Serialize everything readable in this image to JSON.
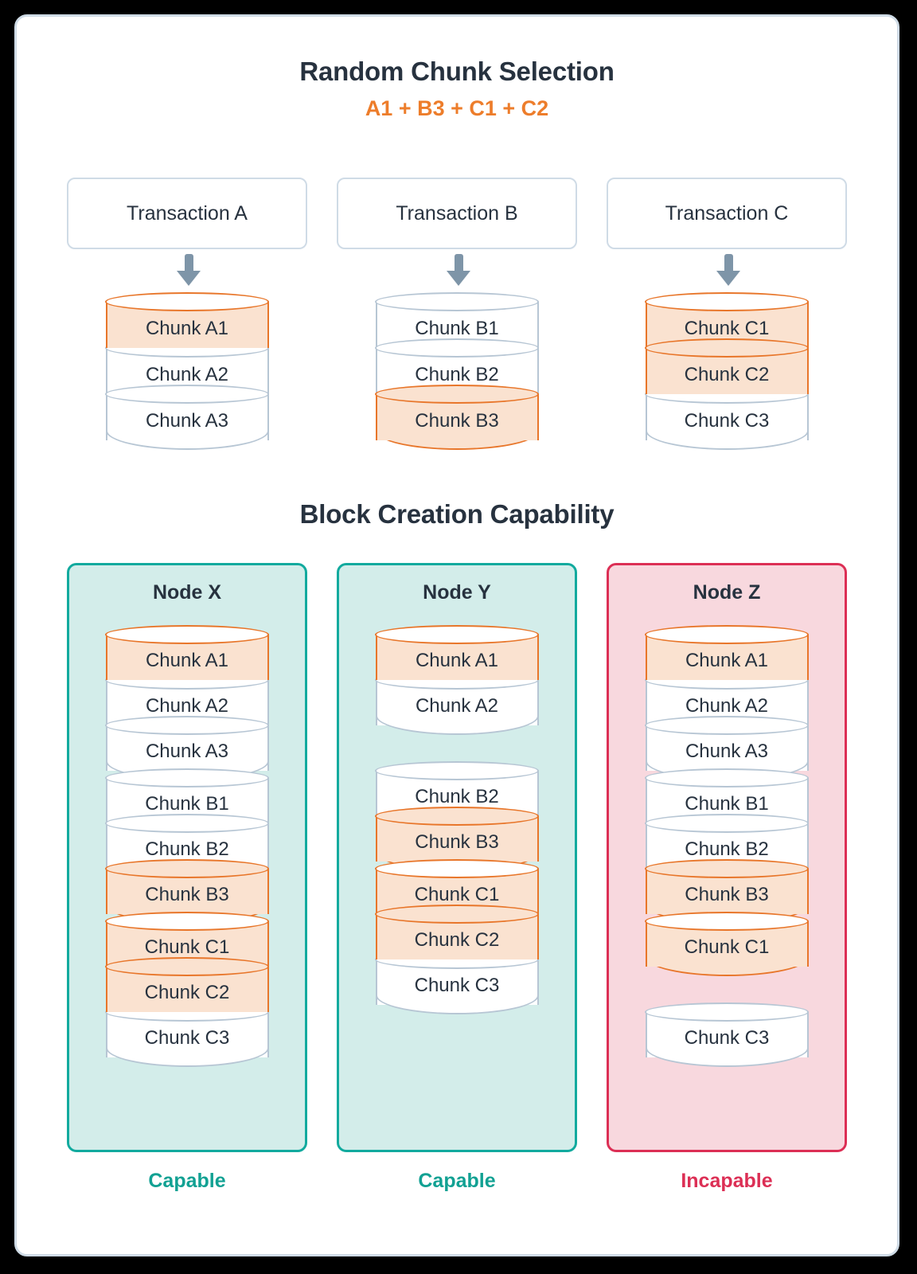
{
  "top": {
    "title": "Random Chunk Selection",
    "selection": "A1 + B3 + C1 + C2",
    "accent_color": "#ed7d2b",
    "transactions": [
      {
        "label": "Transaction A",
        "arrow_icon": "arrow-down-icon",
        "groups": [
          {
            "chunks": [
              {
                "label": "Chunk A1",
                "selected": true
              },
              {
                "label": "Chunk A2",
                "selected": false
              },
              {
                "label": "Chunk A3",
                "selected": false
              }
            ]
          }
        ]
      },
      {
        "label": "Transaction B",
        "arrow_icon": "arrow-down-icon",
        "groups": [
          {
            "chunks": [
              {
                "label": "Chunk B1",
                "selected": false
              },
              {
                "label": "Chunk B2",
                "selected": false
              },
              {
                "label": "Chunk B3",
                "selected": true
              }
            ]
          }
        ]
      },
      {
        "label": "Transaction C",
        "arrow_icon": "arrow-down-icon",
        "groups": [
          {
            "chunks": [
              {
                "label": "Chunk C1",
                "selected": true
              },
              {
                "label": "Chunk C2",
                "selected": true
              },
              {
                "label": "Chunk C3",
                "selected": false
              }
            ]
          }
        ]
      }
    ]
  },
  "bottom": {
    "title": "Block Creation Capability",
    "nodes": [
      {
        "name": "Node X",
        "status": "Capable",
        "capable": true,
        "panel_bg": "#d3edea",
        "panel_border": "#12aa9e",
        "status_color": "#12a193",
        "groups": [
          {
            "chunks": [
              {
                "label": "Chunk A1",
                "selected": true
              },
              {
                "label": "Chunk A2",
                "selected": false
              },
              {
                "label": "Chunk A3",
                "selected": false
              }
            ]
          },
          {
            "chunks": [
              {
                "label": "Chunk B1",
                "selected": false
              },
              {
                "label": "Chunk B2",
                "selected": false
              },
              {
                "label": "Chunk B3",
                "selected": true
              }
            ]
          },
          {
            "chunks": [
              {
                "label": "Chunk C1",
                "selected": true
              },
              {
                "label": "Chunk C2",
                "selected": true
              },
              {
                "label": "Chunk C3",
                "selected": false
              }
            ]
          }
        ]
      },
      {
        "name": "Node Y",
        "status": "Capable",
        "capable": true,
        "panel_bg": "#d3edea",
        "panel_border": "#12aa9e",
        "status_color": "#12a193",
        "groups": [
          {
            "chunks": [
              {
                "label": "Chunk A1",
                "selected": true
              },
              {
                "label": "Chunk A2",
                "selected": false
              }
            ]
          },
          {
            "gap": true
          },
          {
            "chunks": [
              {
                "label": "Chunk B2",
                "selected": false
              },
              {
                "label": "Chunk B3",
                "selected": true
              }
            ]
          },
          {
            "chunks": [
              {
                "label": "Chunk C1",
                "selected": true
              },
              {
                "label": "Chunk C2",
                "selected": true
              },
              {
                "label": "Chunk C3",
                "selected": false
              }
            ]
          }
        ]
      },
      {
        "name": "Node Z",
        "status": "Incapable",
        "capable": false,
        "panel_bg": "#f8d8de",
        "panel_border": "#dc2f55",
        "status_color": "#dc2f55",
        "groups": [
          {
            "chunks": [
              {
                "label": "Chunk A1",
                "selected": true
              },
              {
                "label": "Chunk A2",
                "selected": false
              },
              {
                "label": "Chunk A3",
                "selected": false
              }
            ]
          },
          {
            "chunks": [
              {
                "label": "Chunk B1",
                "selected": false
              },
              {
                "label": "Chunk B2",
                "selected": false
              },
              {
                "label": "Chunk B3",
                "selected": true
              }
            ]
          },
          {
            "chunks": [
              {
                "label": "Chunk C1",
                "selected": true
              }
            ]
          },
          {
            "gap": true
          },
          {
            "chunks": [
              {
                "label": "Chunk C3",
                "selected": false
              }
            ]
          }
        ]
      }
    ]
  },
  "colors": {
    "selected_fill": "#fae2d0",
    "selected_stroke": "#e8762a",
    "neutral_stroke": "#b7c6d4",
    "text": "#27323f",
    "arrow": "#7e95a8"
  }
}
